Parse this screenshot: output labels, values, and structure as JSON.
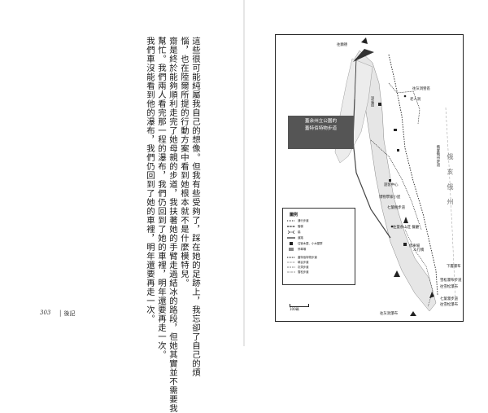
{
  "book": {
    "page_number": "303",
    "running_head": "│ 後記",
    "text_columns": [
      "這些很可能純屬我自己的想像。但我有些受夠了，踩在她的足跡上，我忘卻了自己的煩",
      "惱，也在陸爾所提的行動方案中看到她根本就不是什麼模特兒。",
      "齋是終於能夠順利走完了她母親的步道，我扶著她的手臂走過結冰的路段，但她其實並不需要我",
      "幫忙。我們兩人看完那一程的瀑布，我們仍回到了她的車裡，明年還要再走一次。",
      "我們車沒能看到他的瀑布，我們仍回到了她的車裡，明年還要再走一次。"
    ]
  },
  "map": {
    "box_title_line1": "蓋余州立公園的",
    "box_title_line2": "蓋特佰特物步道",
    "region_label": "俄 亥 俄 州",
    "labels": {
      "to_lodge": "往蘭德",
      "to_ash_cave": "往灰洞營區",
      "old_mans_cave": "老人洞",
      "river_left": "淨溪道",
      "visitor_center": "遊客中心",
      "ohio_trail": "俄亥俄州步道",
      "nature_center": "博物學家小屋",
      "buckeye_trail": "七葉樹步道",
      "lower_falls": "下層瀑布",
      "to_parking": "往停車場",
      "upper_falls": "往上層瀑布",
      "to_cedar_falls": "往雪松瀑布",
      "long_mark": "長",
      "cedar_falls_trail": "雪松瀑布步道",
      "seven_falls": "七葉瀑步道",
      "trailhead": "往雪松瀑布",
      "to_ash_cave_bottom": "往灰洞瀑布",
      "gorge_trail": "峽谷步道",
      "mountain_cabin": "往蓋余山莊\n餐廳",
      "stairs": "石階",
      "lot": "停車場",
      "bridge_label": "人行橋"
    },
    "legend": {
      "title": "圖例",
      "items": [
        "通行步道",
        "階梯",
        "橋",
        "道路",
        "住宿木屋、小木屋群",
        "停車場",
        "蓋特佰特物步道",
        "峽谷步道",
        "灰洞步道",
        "雪松步道"
      ]
    },
    "scale": "100碼"
  }
}
